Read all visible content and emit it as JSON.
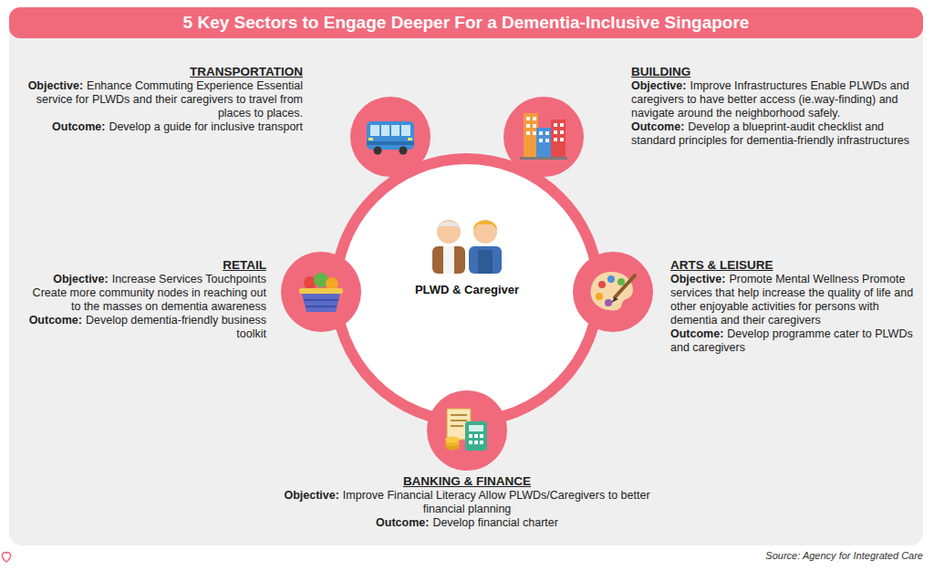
{
  "diagram": {
    "title": "5 Key Sectors to Engage Deeper For a Dementia-Inclusive Singapore",
    "caption": "Source: Agency for Integrated Care",
    "nodes": [
      {
        "text": [
          "TRANSPORTATION",
          "Objective:",
          "Enhance Commuting Experience Essential service for PLWDs and their caregivers to travel from places to places.",
          "Outcome:",
          "Develop a guide for inclusive transport"
        ]
      },
      {
        "text": [
          "BUILDING",
          "Objective:",
          "Improve Infrastructures Enable PLWDs and caregivers to have better access (ie.way-finding) and navigate around the neighborhood safely.",
          "Outcome:",
          "Develop a blueprint-audit checklist and standard principles for dementia-friendly infrastructures"
        ]
      },
      {
        "text": [
          "RETAIL",
          "Objective:",
          "Increase Services Touchpoints Create more community nodes in reaching out to the masses on dementia awareness",
          "Outcome:",
          "Develop dementia-friendly business toolkit"
        ]
      },
      {
        "text": [
          "PLWD & Caregiver"
        ]
      },
      {
        "text": [
          "ARTS & LEISURE",
          "Objective:",
          "Promote Mental Wellness Promote services that help increase the quality of life and other enjoyable activities for persons with dementia and their caregivers",
          "Outcome:",
          "Develop programme cater to PLWDs and caregivers"
        ]
      },
      {
        "text": [
          "BANKING & FINANCE",
          "Objective:",
          "Improve Financial Literacy Allow PLWDs/Caregivers to better financial planning",
          "Outcome:",
          "Develop financial charter"
        ]
      }
    ]
  }
}
